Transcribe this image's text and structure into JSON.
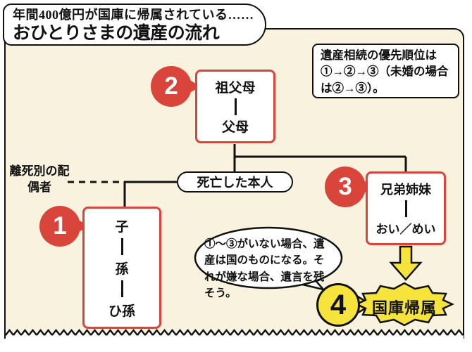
{
  "title": {
    "subtitle": "年間400億円が国庫に帰属されている……",
    "main": "おひとりさまの遺産の流れ"
  },
  "info_box": {
    "text": "遺産相続の優先順位は①→②→③（未婚の場合は②→③）。"
  },
  "diagram": {
    "deceased_label": "死亡した本人",
    "spouse_label": "離死別の配偶者",
    "note_bubble": "①〜③がいない場合、遺産は国のものになる。それが嫌な場合、遺言を残そう。",
    "groups": {
      "ancestors": {
        "number": "2",
        "members": [
          "祖父母",
          "父母"
        ]
      },
      "descendants": {
        "number": "1",
        "members": [
          "子",
          "孫",
          "ひ孫"
        ]
      },
      "siblings": {
        "number": "3",
        "members": [
          "兄弟姉妹",
          "おい／めい"
        ]
      },
      "treasury": {
        "number": "4",
        "label": "国庫帰属"
      }
    }
  },
  "colors": {
    "accent_red": "#d9453a",
    "accent_yellow": "#f6e33b",
    "frame_background": "#f8f2df",
    "line_black": "#111111"
  }
}
